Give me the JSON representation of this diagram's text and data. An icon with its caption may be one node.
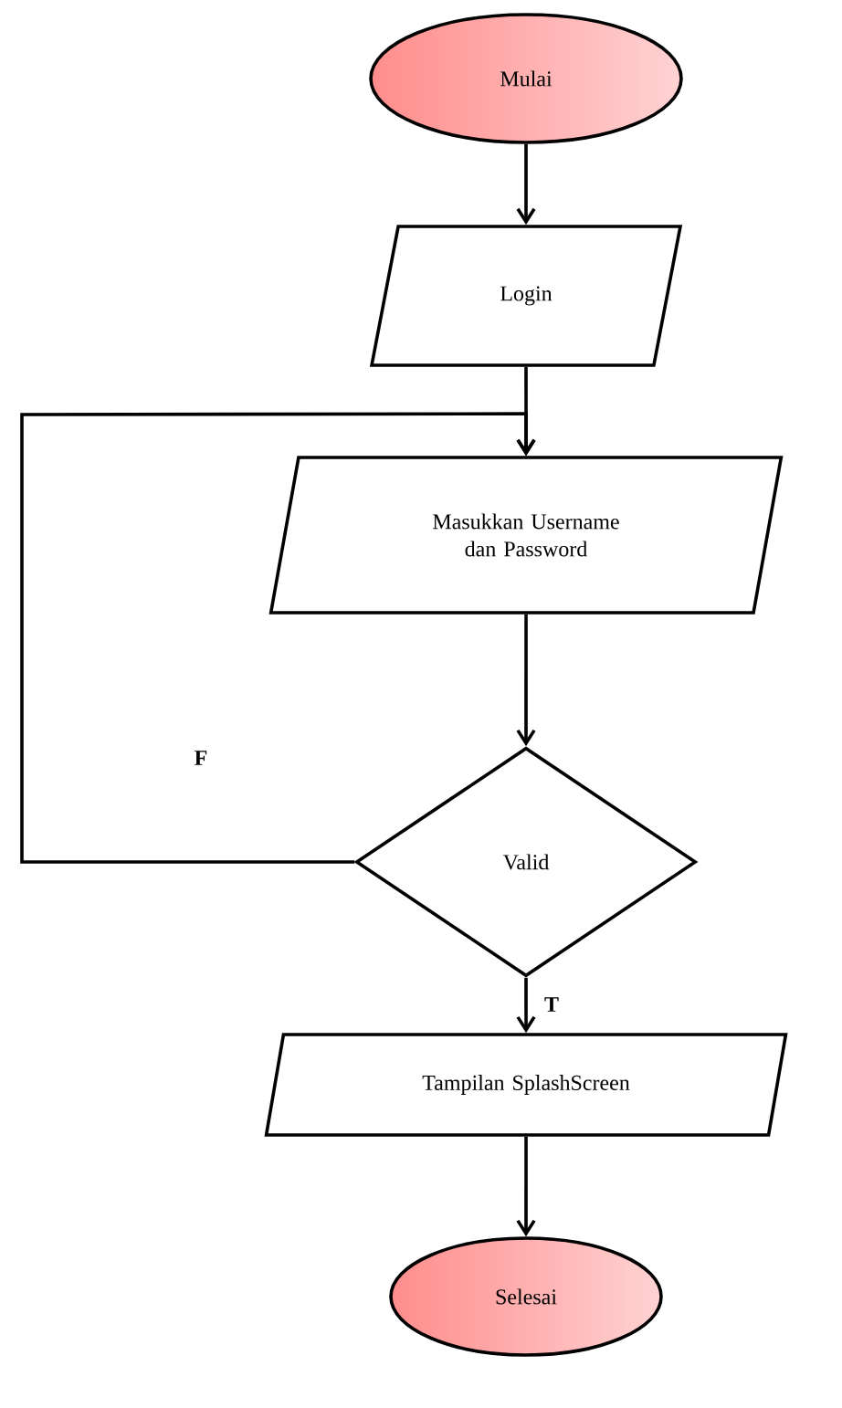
{
  "diagram": {
    "nodes": [
      {
        "text": [
          "Mulai"
        ]
      },
      {
        "text": [
          "Login"
        ]
      },
      {
        "text": [
          "Masukkan Username dan Password"
        ]
      },
      {
        "text": [
          "Valid"
        ]
      },
      {
        "text": [
          "Tampilan SplashScreen"
        ]
      },
      {
        "text": [
          "Selesai"
        ]
      }
    ],
    "edges": [
      {
        "from": 0,
        "to": 1,
        "arrow": "to"
      },
      {
        "from": 1,
        "to": 2,
        "arrow": "to"
      },
      {
        "from": 2,
        "to": 3,
        "arrow": "to"
      },
      {
        "from": 3,
        "to": 2,
        "arrow": "to",
        "label": "F"
      },
      {
        "from": 3,
        "to": 4,
        "arrow": "to",
        "label": "T"
      },
      {
        "from": 4,
        "to": 5,
        "arrow": "to"
      }
    ]
  }
}
